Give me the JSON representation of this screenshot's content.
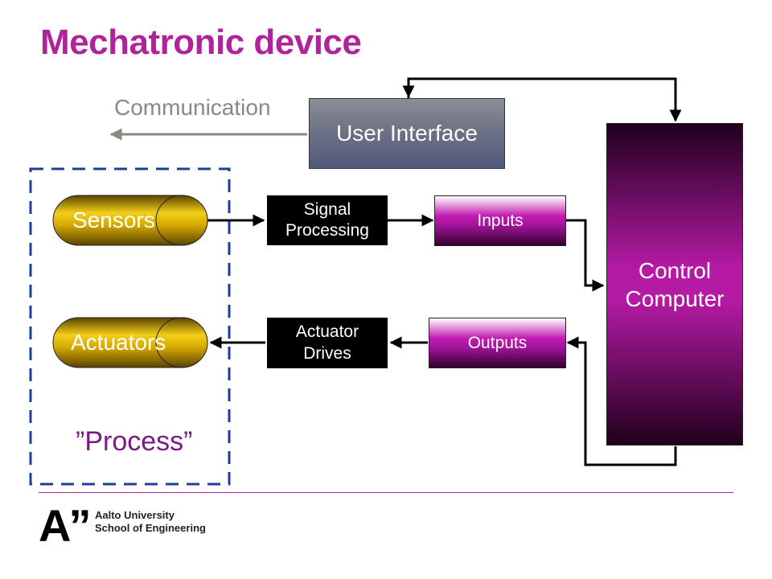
{
  "slide": {
    "title": "Mechatronic device",
    "communication_label": "Communication",
    "user_interface_label": "User Interface",
    "control_computer_label": [
      "Control",
      "Computer"
    ],
    "sensors_label": "Sensors",
    "actuators_label": "Actuators",
    "signal_processing_label": [
      "Signal",
      "Processing"
    ],
    "actuator_drives_label": [
      "Actuator",
      "Drives"
    ],
    "inputs_label": "Inputs",
    "outputs_label": "Outputs",
    "process_label": "”Process”"
  },
  "footer": {
    "logo_mark": "A”",
    "university": "Aalto University",
    "school": "School of Engineering"
  },
  "colors": {
    "title": "#b0239a",
    "dashed_border": "#1f3f9a",
    "cylinder": "#d4a800",
    "control_computer": "#b41aa4"
  }
}
